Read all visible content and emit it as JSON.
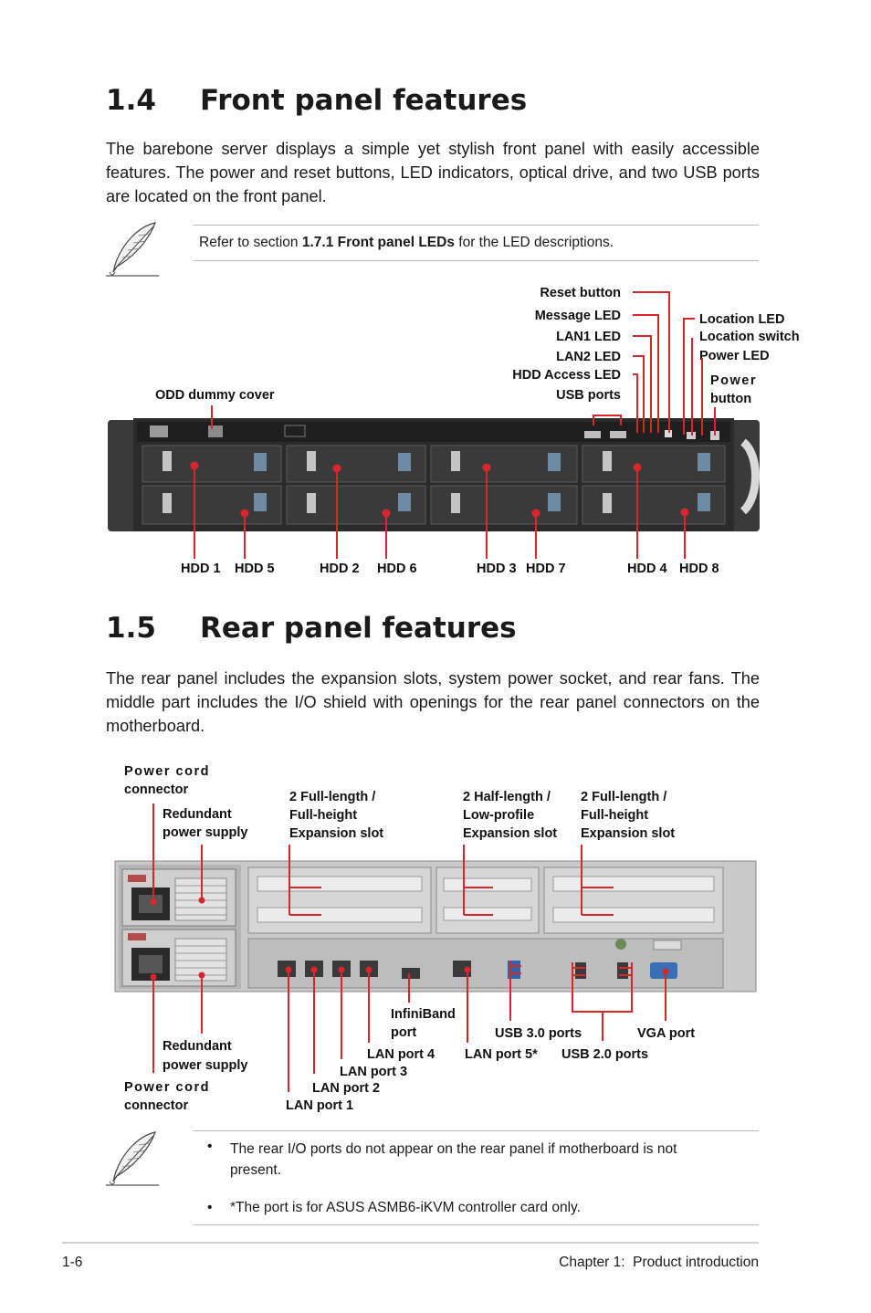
{
  "section_front": {
    "number": "1.4",
    "title": "Front panel features",
    "paragraph": "The barebone server displays a simple yet stylish front panel with easily accessible features. The power and reset buttons, LED indicators, optical drive, and two USB ports are located on the front panel."
  },
  "note_front": {
    "prefix": "Refer to section ",
    "bold": "1.7.1 Front panel LEDs",
    "suffix": " for the LED descriptions."
  },
  "front_labels": {
    "reset_button": "Reset button",
    "message_led": "Message LED",
    "lan1_led": "LAN1 LED",
    "lan2_led": "LAN2 LED",
    "hdd_access_led": "HDD Access LED",
    "usb_ports": "USB ports",
    "location_led": "Location LED",
    "location_switch": "Location switch",
    "power_led": "Power LED",
    "power_button_1": "Power",
    "power_button_2": "button",
    "odd_dummy_cover": "ODD dummy cover",
    "hdd1": "HDD 1",
    "hdd5": "HDD 5",
    "hdd2": "HDD 2",
    "hdd6": "HDD 6",
    "hdd3": "HDD 3",
    "hdd7": "HDD 7",
    "hdd4": "HDD 4",
    "hdd8": "HDD 8"
  },
  "section_rear": {
    "number": "1.5",
    "title": "Rear panel features",
    "paragraph": "The rear panel includes the expansion slots, system power socket, and rear fans. The middle part includes the I/O shield with openings for the rear panel connectors on the motherboard."
  },
  "rear_labels": {
    "power_cord_top_1": "Power cord",
    "power_cord_top_2": "connector",
    "redundant_top_1": "Redundant",
    "redundant_top_2": "power supply",
    "full_length_a_1": "2 Full-length /",
    "full_length_a_2": "Full-height",
    "full_length_a_3": "Expansion slot",
    "half_length_1": "2 Half-length /",
    "half_length_2": "Low-profile",
    "half_length_3": "Expansion slot",
    "full_length_b_1": "2 Full-length /",
    "full_length_b_2": "Full-height",
    "full_length_b_3": "Expansion slot",
    "infiniband_1": "InfiniBand",
    "infiniband_2": "port",
    "usb30": "USB 3.0 ports",
    "vga": "VGA port",
    "lan4": "LAN port 4",
    "lan5": "LAN port 5*",
    "usb20": "USB 2.0 ports",
    "lan3": "LAN port 3",
    "lan2": "LAN port 2",
    "lan1": "LAN port 1",
    "redundant_bottom_1": "Redundant",
    "redundant_bottom_2": "power supply",
    "power_cord_bottom_1": "Power cord",
    "power_cord_bottom_2": "connector"
  },
  "note_rear": {
    "bullet": "•",
    "item1_line1": "The rear I/O ports do not appear on the rear panel if motherboard is not",
    "item1_line2": "present.",
    "item2": "*The port is for ASUS ASMB6-iKVM controller card only."
  },
  "footer": {
    "page": "1-6",
    "chapter": "Chapter 1:  Product introduction"
  },
  "colors": {
    "callout": "#d8262c",
    "rule": "#b8b8b8",
    "chassis_dark": "#2b2b2b",
    "chassis_light": "#c9c9c9"
  }
}
